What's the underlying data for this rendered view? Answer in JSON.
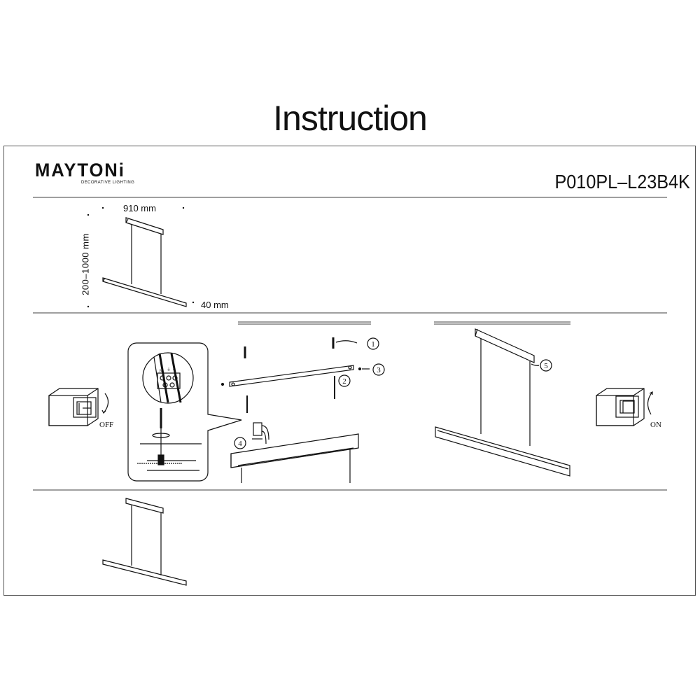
{
  "title": "Instruction",
  "brand": {
    "name": "MAYTONi",
    "tagline": "DECORATIVE LIGHTING"
  },
  "model": "P010PL–L23B4K",
  "dimensions": {
    "width": "910 mm",
    "height": "200–1000 mm",
    "depth": "40 mm"
  },
  "switch": {
    "off": "OFF",
    "on": "ON"
  },
  "callouts": [
    "1",
    "2",
    "3",
    "4",
    "5"
  ],
  "terminals": {
    "neutral": "N",
    "ground": "⏚",
    "live": "L"
  }
}
